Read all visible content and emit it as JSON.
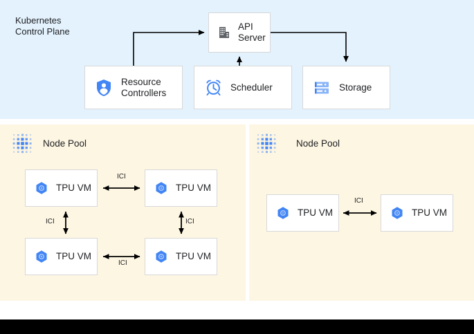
{
  "control_plane": {
    "title": "Kubernetes\nControl Plane",
    "background_color": "#e3f2fd",
    "components": [
      {
        "id": "api-server",
        "label": "API\nServer",
        "icon": "server-building-icon",
        "icon_color": "#5f6368"
      },
      {
        "id": "resource-controllers",
        "label": "Resource\nControllers",
        "icon": "shield-user-icon",
        "icon_color": "#4285f4"
      },
      {
        "id": "scheduler",
        "label": "Scheduler",
        "icon": "alarm-clock-icon",
        "icon_color": "#4285f4"
      },
      {
        "id": "storage",
        "label": "Storage",
        "icon": "storage-rack-icon",
        "icon_color": "#4285f4"
      }
    ],
    "connections": [
      {
        "from": "resource-controllers",
        "to": "api-server",
        "direction": "one-way"
      },
      {
        "from": "scheduler",
        "to": "api-server",
        "direction": "one-way"
      },
      {
        "from": "api-server",
        "to": "storage",
        "direction": "one-way"
      }
    ]
  },
  "node_pools": [
    {
      "id": "node-pool-left",
      "label": "Node Pool",
      "icon": "dot-grid-icon",
      "background_color": "#fdf6e3",
      "vms": [
        {
          "id": "tpu-l-tl",
          "label": "TPU VM",
          "icon": "tpu-hexagon-icon"
        },
        {
          "id": "tpu-l-tr",
          "label": "TPU VM",
          "icon": "tpu-hexagon-icon"
        },
        {
          "id": "tpu-l-bl",
          "label": "TPU VM",
          "icon": "tpu-hexagon-icon"
        },
        {
          "id": "tpu-l-br",
          "label": "TPU VM",
          "icon": "tpu-hexagon-icon"
        }
      ],
      "links": [
        {
          "id": "ici-l-top",
          "label": "ICI",
          "from": "tpu-l-tl",
          "to": "tpu-l-tr",
          "direction": "bidirectional",
          "orientation": "horizontal"
        },
        {
          "id": "ici-l-bottom",
          "label": "ICI",
          "from": "tpu-l-bl",
          "to": "tpu-l-br",
          "direction": "bidirectional",
          "orientation": "horizontal"
        },
        {
          "id": "ici-l-left",
          "label": "ICI",
          "from": "tpu-l-tl",
          "to": "tpu-l-bl",
          "direction": "bidirectional",
          "orientation": "vertical"
        },
        {
          "id": "ici-l-right",
          "label": "ICI",
          "from": "tpu-l-tr",
          "to": "tpu-l-br",
          "direction": "bidirectional",
          "orientation": "vertical"
        }
      ]
    },
    {
      "id": "node-pool-right",
      "label": "Node Pool",
      "icon": "dot-grid-icon",
      "background_color": "#fdf6e3",
      "vms": [
        {
          "id": "tpu-r-l",
          "label": "TPU VM",
          "icon": "tpu-hexagon-icon"
        },
        {
          "id": "tpu-r-r",
          "label": "TPU VM",
          "icon": "tpu-hexagon-icon"
        }
      ],
      "links": [
        {
          "id": "ici-r-mid",
          "label": "ICI",
          "from": "tpu-r-l",
          "to": "tpu-r-r",
          "direction": "bidirectional",
          "orientation": "horizontal"
        }
      ]
    }
  ],
  "colors": {
    "control_plane_bg": "#e3f2fd",
    "node_pool_bg": "#fdf6e3",
    "box_bg": "#ffffff",
    "box_border": "#d8d8d8",
    "accent_blue": "#4285f4",
    "icon_gray": "#5f6368",
    "text": "#202124",
    "arrow": "#000000",
    "bottom_bar": "#000000"
  }
}
